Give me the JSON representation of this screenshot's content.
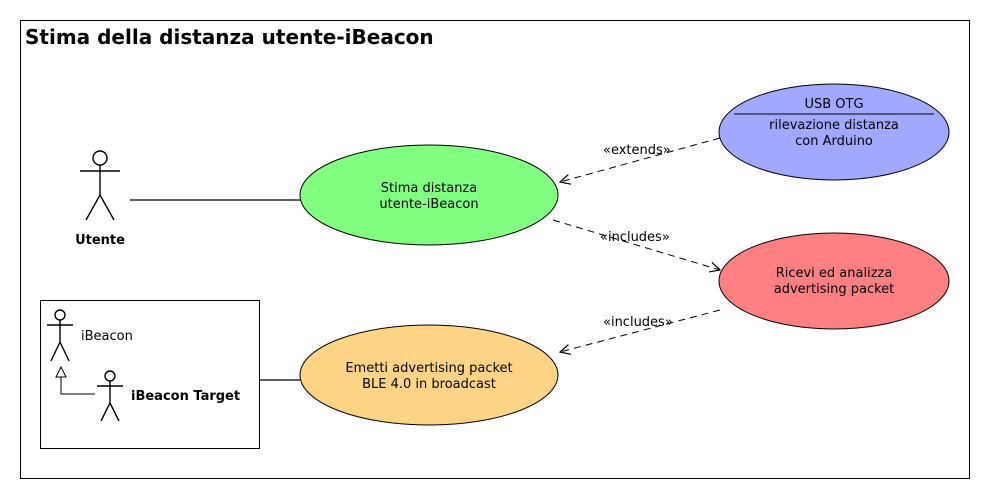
{
  "title": "Stima della distanza utente-iBeacon",
  "colors": {
    "stima": "#80ff80",
    "usb": "#a0a8ff",
    "ricevi": "#ff8080",
    "emetti": "#ffd485"
  },
  "actors": {
    "utente": "Utente",
    "ibeacon": "iBeacon",
    "ibeacon_target": "iBeacon Target"
  },
  "use_cases": {
    "stima": [
      "Stima distanza",
      "utente-iBeacon"
    ],
    "usb_header": "USB OTG",
    "usb": [
      "rilevazione distanza",
      "con Arduino"
    ],
    "ricevi": [
      "Ricevi ed analizza",
      "advertising packet"
    ],
    "emetti": [
      "Emetti advertising packet",
      "BLE 4.0 in broadcast"
    ]
  },
  "relations": {
    "extends": "«extends»",
    "includes_1": "«includes»",
    "includes_2": "«includes»"
  }
}
